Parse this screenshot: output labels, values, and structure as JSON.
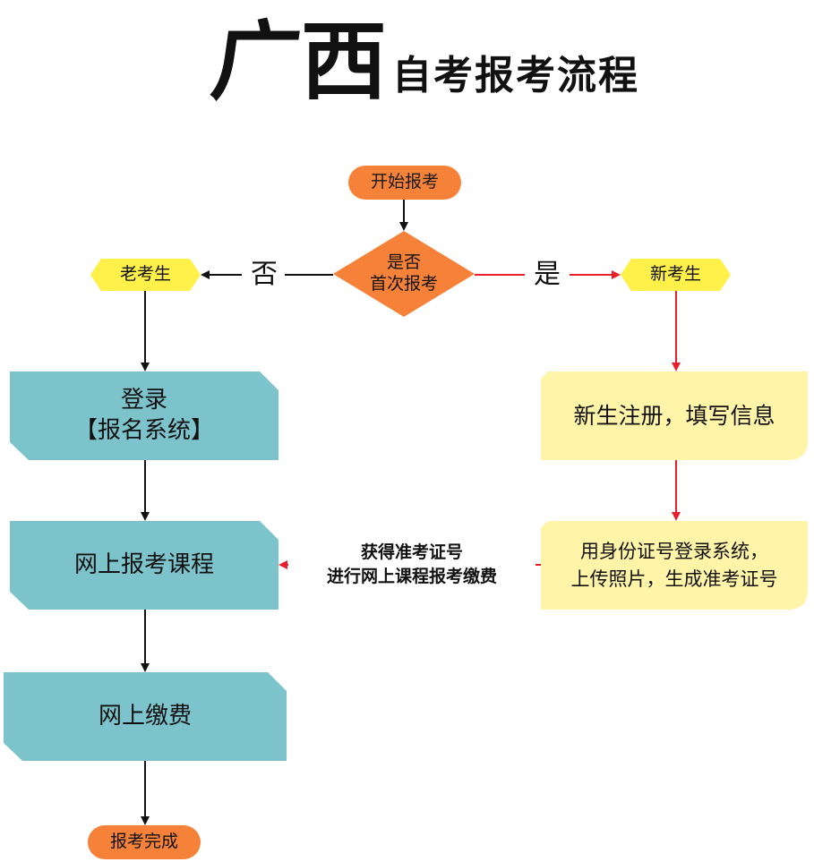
{
  "title": {
    "char1": "广",
    "char2": "西",
    "rest": "自考报考流程"
  },
  "nodes": {
    "start": "开始报考",
    "decision_line1": "是否",
    "decision_line2": "首次报考",
    "old_student": "老考生",
    "new_student": "新考生",
    "login_line1": "登录",
    "login_line2": "【报名系统】",
    "online_course": "网上报考课程",
    "online_pay": "网上缴费",
    "done": "报考完成",
    "register": "新生注册，填写信息",
    "idlogin_line1": "用身份证号登录系统，",
    "idlogin_line2": "上传照片，生成准考证号"
  },
  "edges": {
    "no": "否",
    "yes": "是",
    "ticket_line1": "获得准考证号",
    "ticket_line2": "进行网上课程报考缴费"
  },
  "colors": {
    "orange": "#F6823A",
    "yellow_hex": "#FFF04A",
    "teal": "#7CC3CB",
    "cream": "#FFF4A8",
    "red_arrow": "#E8202A",
    "black_arrow": "#111111"
  }
}
